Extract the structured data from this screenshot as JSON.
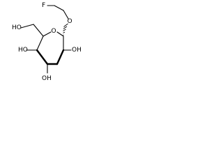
{
  "molecule": {
    "labels": {
      "fluorine": "F",
      "ring_oxygen": "O",
      "ether_oxygen": "O",
      "hydroxymethyl": "HO",
      "hydroxyl_c4": "HO",
      "hydroxyl_c3": "OH",
      "hydroxyl_c2": "OH"
    }
  }
}
